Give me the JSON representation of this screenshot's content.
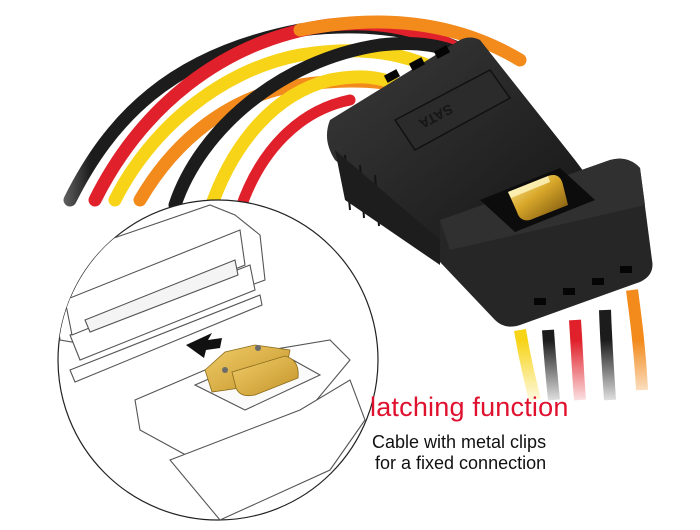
{
  "product": {
    "connector_label": "SATA",
    "wire_colors": {
      "black": "#1c1c1c",
      "red": "#e0202a",
      "yellow": "#f7d417",
      "orange": "#f28a1c"
    },
    "connector_color": "#222222",
    "clip_color": "#c9a227"
  },
  "caption": {
    "title": "latching function",
    "title_color": "#e0102f",
    "line1": "Cable with metal clips",
    "line2": "for a fixed connection"
  },
  "detail_inset": {
    "arrow_icon": "arrow-insert-icon"
  }
}
